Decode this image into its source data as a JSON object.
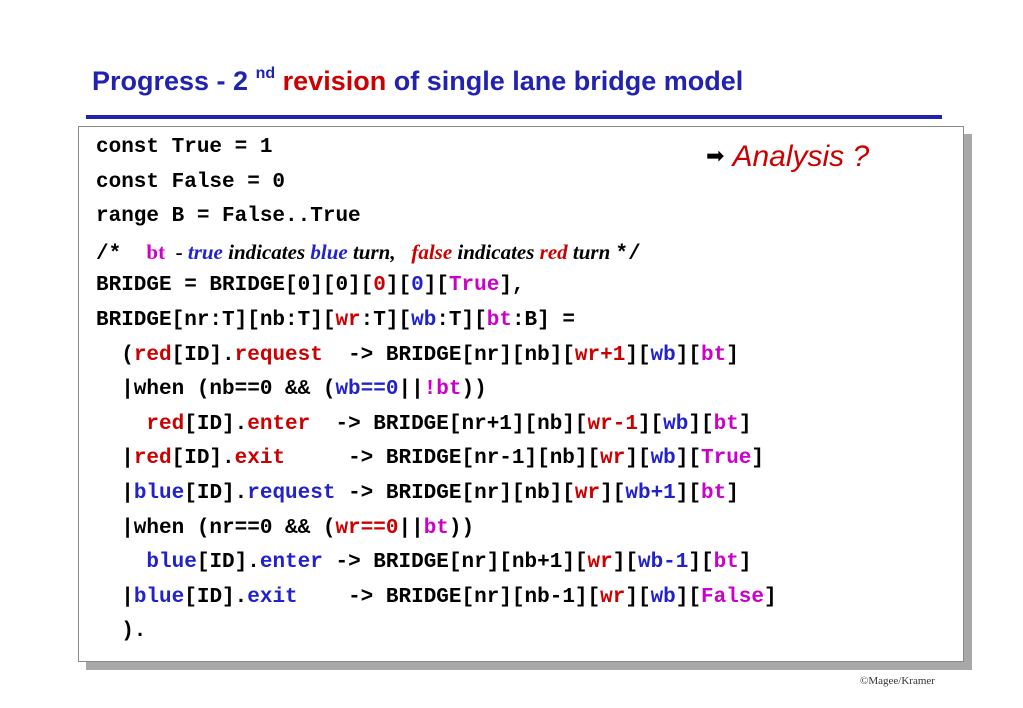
{
  "colors": {
    "title_blue": "#2222b0",
    "title_red": "#cc0000",
    "code_red": "#cc0000",
    "code_blue": "#2222cc",
    "code_magenta": "#cc00cc",
    "analysis_red": "#cc0000"
  },
  "slide": {
    "title": {
      "part1": "Progress - 2",
      "sup": "nd",
      "part2": "revision",
      "part3": "of single lane bridge model"
    },
    "annotation": {
      "icon": "right-arrow-icon",
      "text": "Analysis ?"
    },
    "footer": "©Magee/Kramer"
  },
  "code": {
    "lines": [
      [
        {
          "t": "const True = 1"
        }
      ],
      [
        {
          "t": "const False = 0"
        }
      ],
      [
        {
          "t": "range B = False..True"
        }
      ],
      [
        {
          "t": "/*  "
        },
        {
          "t": "bt",
          "c": "#cc00cc",
          "f": "serif"
        },
        {
          "t": "  - ",
          "f": "serif"
        },
        {
          "t": "true",
          "c": "#2222cc",
          "f": "serif",
          "i": true
        },
        {
          "t": " indicates ",
          "f": "serif",
          "i": true
        },
        {
          "t": "blue",
          "c": "#2222cc",
          "f": "serif",
          "i": true
        },
        {
          "t": " turn,   ",
          "f": "serif",
          "i": true
        },
        {
          "t": "false",
          "c": "#cc0000",
          "f": "serif",
          "i": true
        },
        {
          "t": " indicates ",
          "f": "serif",
          "i": true
        },
        {
          "t": "red",
          "c": "#cc0000",
          "f": "serif",
          "i": true
        },
        {
          "t": " turn ",
          "f": "serif",
          "i": true
        },
        {
          "t": "*/"
        }
      ],
      [
        {
          "t": "BRIDGE = BRIDGE[0][0]["
        },
        {
          "t": "0",
          "c": "#cc0000"
        },
        {
          "t": "]["
        },
        {
          "t": "0",
          "c": "#2222cc"
        },
        {
          "t": "]["
        },
        {
          "t": "True",
          "c": "#cc00cc"
        },
        {
          "t": "],"
        }
      ],
      [
        {
          "t": "BRIDGE[nr:T][nb:T]["
        },
        {
          "t": "wr",
          "c": "#cc0000"
        },
        {
          "t": ":T]["
        },
        {
          "t": "wb",
          "c": "#2222cc"
        },
        {
          "t": ":T]["
        },
        {
          "t": "bt",
          "c": "#cc00cc"
        },
        {
          "t": ":B] ="
        }
      ],
      [
        {
          "t": "  ("
        },
        {
          "t": "red",
          "c": "#cc0000"
        },
        {
          "t": "[ID]."
        },
        {
          "t": "request",
          "c": "#cc0000"
        },
        {
          "t": "  -> BRIDGE[nr][nb]["
        },
        {
          "t": "wr+1",
          "c": "#cc0000"
        },
        {
          "t": "]["
        },
        {
          "t": "wb",
          "c": "#2222cc"
        },
        {
          "t": "]["
        },
        {
          "t": "bt",
          "c": "#cc00cc"
        },
        {
          "t": "]"
        }
      ],
      [
        {
          "t": "  |when (nb==0 && ("
        },
        {
          "t": "wb==0",
          "c": "#2222cc"
        },
        {
          "t": "||"
        },
        {
          "t": "!bt",
          "c": "#cc00cc"
        },
        {
          "t": "))"
        }
      ],
      [
        {
          "t": "    "
        },
        {
          "t": "red",
          "c": "#cc0000"
        },
        {
          "t": "[ID]."
        },
        {
          "t": "enter",
          "c": "#cc0000"
        },
        {
          "t": "  -> BRIDGE[nr+1][nb]["
        },
        {
          "t": "wr-1",
          "c": "#cc0000"
        },
        {
          "t": "]["
        },
        {
          "t": "wb",
          "c": "#2222cc"
        },
        {
          "t": "]["
        },
        {
          "t": "bt",
          "c": "#cc00cc"
        },
        {
          "t": "]"
        }
      ],
      [
        {
          "t": "  |"
        },
        {
          "t": "red",
          "c": "#cc0000"
        },
        {
          "t": "[ID]."
        },
        {
          "t": "exit",
          "c": "#cc0000"
        },
        {
          "t": "     -> BRIDGE[nr-1][nb]["
        },
        {
          "t": "wr",
          "c": "#cc0000"
        },
        {
          "t": "]["
        },
        {
          "t": "wb",
          "c": "#2222cc"
        },
        {
          "t": "]["
        },
        {
          "t": "True",
          "c": "#cc00cc"
        },
        {
          "t": "]"
        }
      ],
      [
        {
          "t": "  |"
        },
        {
          "t": "blue",
          "c": "#2222cc"
        },
        {
          "t": "[ID]."
        },
        {
          "t": "request",
          "c": "#2222cc"
        },
        {
          "t": " -> BRIDGE[nr][nb]["
        },
        {
          "t": "wr",
          "c": "#cc0000"
        },
        {
          "t": "]["
        },
        {
          "t": "wb+1",
          "c": "#2222cc"
        },
        {
          "t": "]["
        },
        {
          "t": "bt",
          "c": "#cc00cc"
        },
        {
          "t": "]"
        }
      ],
      [
        {
          "t": "  |when (nr==0 && ("
        },
        {
          "t": "wr==0",
          "c": "#cc0000"
        },
        {
          "t": "||"
        },
        {
          "t": "bt",
          "c": "#cc00cc"
        },
        {
          "t": "))"
        }
      ],
      [
        {
          "t": "    "
        },
        {
          "t": "blue",
          "c": "#2222cc"
        },
        {
          "t": "[ID]."
        },
        {
          "t": "enter",
          "c": "#2222cc"
        },
        {
          "t": " -> BRIDGE[nr][nb+1]["
        },
        {
          "t": "wr",
          "c": "#cc0000"
        },
        {
          "t": "]["
        },
        {
          "t": "wb-1",
          "c": "#2222cc"
        },
        {
          "t": "]["
        },
        {
          "t": "bt",
          "c": "#cc00cc"
        },
        {
          "t": "]"
        }
      ],
      [
        {
          "t": "  |"
        },
        {
          "t": "blue",
          "c": "#2222cc"
        },
        {
          "t": "[ID]."
        },
        {
          "t": "exit",
          "c": "#2222cc"
        },
        {
          "t": "    -> BRIDGE[nr][nb-1]["
        },
        {
          "t": "wr",
          "c": "#cc0000"
        },
        {
          "t": "]["
        },
        {
          "t": "wb",
          "c": "#2222cc"
        },
        {
          "t": "]["
        },
        {
          "t": "False",
          "c": "#cc00cc"
        },
        {
          "t": "]"
        }
      ],
      [
        {
          "t": "  )."
        }
      ]
    ]
  }
}
